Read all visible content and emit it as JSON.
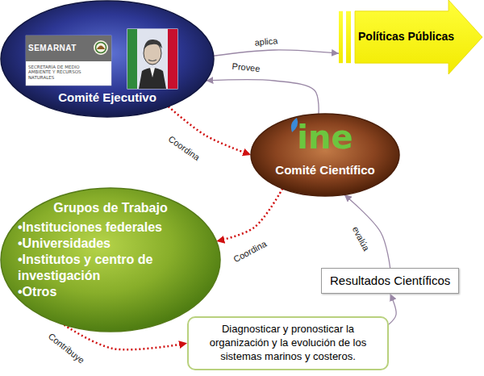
{
  "diagram": {
    "nodes": [
      {
        "text": [
          "SEMARNAT",
          "SECRETARÍA DE MEDIO AMBIENTE Y RECURSOS NATURALES",
          "Comité Ejecutivo"
        ]
      },
      {
        "text": [
          "Políticas Públicas"
        ]
      },
      {
        "text": [
          "ine",
          "Comité Científico"
        ]
      },
      {
        "text": [
          "Grupos de Trabajo",
          "•Instituciones federales",
          "•Universidades",
          "•Institutos y centro de investigación",
          "•Otros"
        ]
      },
      {
        "text": [
          "Resultados Científicos"
        ]
      },
      {
        "text": [
          "Diagnosticar y pronosticar la organización y la evolución de los sistemas marinos y costeros."
        ]
      }
    ],
    "edges": [
      {
        "from": 0,
        "to": 1,
        "label": "aplica",
        "arrow": "to"
      },
      {
        "from": 2,
        "to": 0,
        "label": "Provee",
        "arrow": "to"
      },
      {
        "from": 0,
        "to": 2,
        "label": "Coordina",
        "arrow": "to"
      },
      {
        "from": 2,
        "to": 3,
        "label": "Coordina",
        "arrow": "to"
      },
      {
        "from": 3,
        "to": 5,
        "label": "Contribuye",
        "arrow": "to"
      },
      {
        "from": 4,
        "to": 2,
        "label": "evalúa",
        "arrow": "to"
      },
      {
        "from": 5,
        "to": 4,
        "arrow": "to"
      }
    ]
  }
}
